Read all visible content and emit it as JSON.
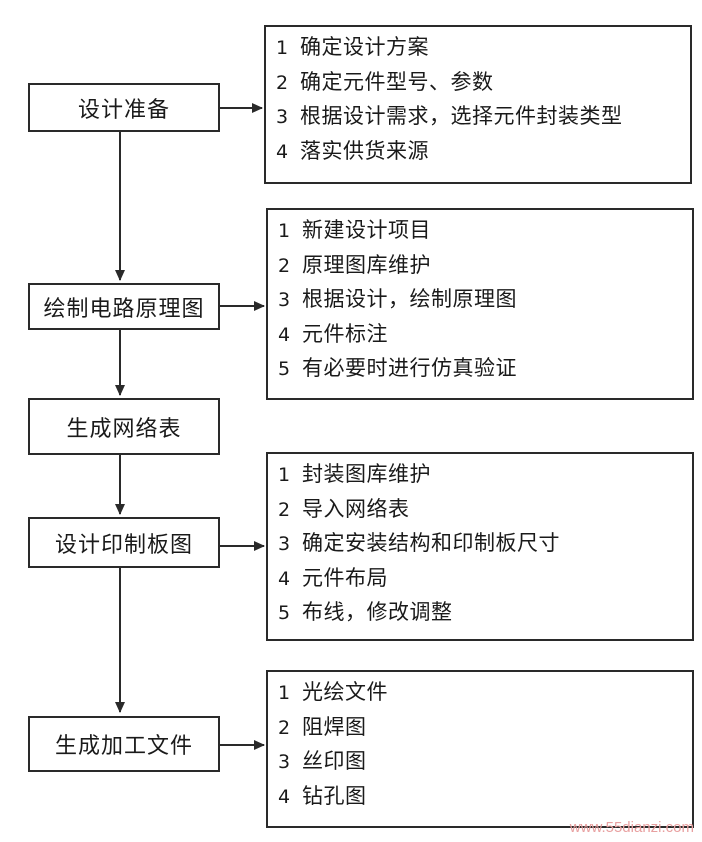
{
  "stages": [
    {
      "label": "设计准备",
      "items": [
        {
          "num": "1",
          "text": "确定设计方案"
        },
        {
          "num": "2",
          "text": "确定元件型号、参数"
        },
        {
          "num": "3",
          "text": "根据设计需求，选择元件封装类型"
        },
        {
          "num": "4",
          "text": "落实供货来源"
        }
      ]
    },
    {
      "label": "绘制电路原理图",
      "items": [
        {
          "num": "1",
          "text": "新建设计项目"
        },
        {
          "num": "2",
          "text": "原理图库维护"
        },
        {
          "num": "3",
          "text": "根据设计，绘制原理图"
        },
        {
          "num": "4",
          "text": "元件标注"
        },
        {
          "num": "5",
          "text": "有必要时进行仿真验证"
        }
      ]
    },
    {
      "label": "生成网络表",
      "items": []
    },
    {
      "label": "设计印制板图",
      "items": [
        {
          "num": "1",
          "text": "封装图库维护"
        },
        {
          "num": "2",
          "text": "导入网络表"
        },
        {
          "num": "3",
          "text": "确定安装结构和印制板尺寸"
        },
        {
          "num": "4",
          "text": "元件布局"
        },
        {
          "num": "5",
          "text": "布线，修改调整"
        }
      ]
    },
    {
      "label": "生成加工文件",
      "items": [
        {
          "num": "1",
          "text": "光绘文件"
        },
        {
          "num": "2",
          "text": "阻焊图"
        },
        {
          "num": "3",
          "text": "丝印图"
        },
        {
          "num": "4",
          "text": "钻孔图"
        }
      ]
    }
  ],
  "watermark": "www.55dianzi.com",
  "colors": {
    "line": "#2a2a2a",
    "watermark": "#e8a0a0"
  }
}
